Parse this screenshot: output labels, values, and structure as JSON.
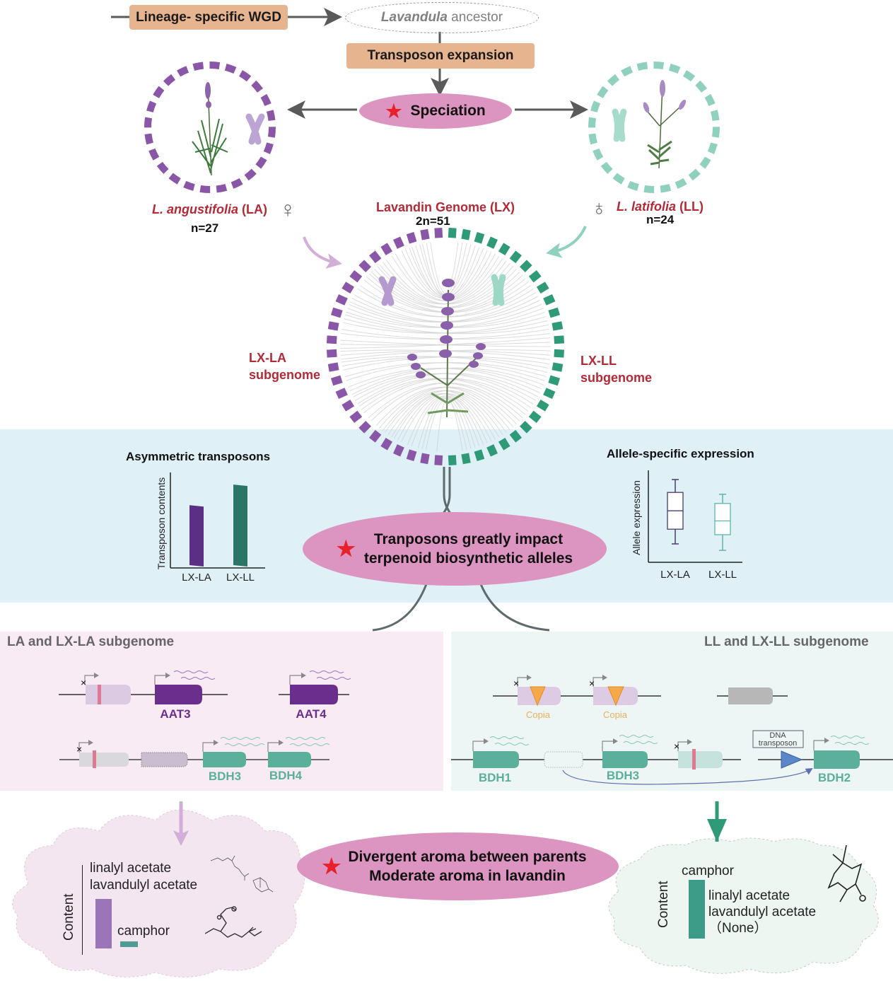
{
  "top_flow": {
    "wgd_label": "Lineage- specific WGD",
    "ancestor_italic": "Lavandula",
    "ancestor_rest": " ancestor",
    "transposon_expansion": "Transposon expansion",
    "speciation": "Speciation"
  },
  "parents": {
    "la": {
      "name_italic": "L. angustifolia",
      "abbr": " (LA)",
      "sex_symbol": "♀",
      "count": "n=27"
    },
    "ll": {
      "name_italic": "L. latifolia",
      "abbr": " (LL)",
      "sex_symbol": "♂",
      "count": "n=24"
    }
  },
  "lavandin": {
    "title": "Lavandin Genome (LX)",
    "count": "2n=51",
    "la_sub_line1": "LX-LA",
    "la_sub_line2": "subgenome",
    "ll_sub_line1": "LX-LL",
    "ll_sub_line2": "subgenome"
  },
  "colors": {
    "la_purple": "#8a56a8",
    "ll_green": "#2e9a78",
    "ll_light": "#8fd1be",
    "pink_ellipse": "#dc94c0",
    "orange_box": "#e6b48f",
    "red_text": "#b32a37",
    "star_red": "#e8202a"
  },
  "impact_ellipse": {
    "line1": "Tranposons greatly impact",
    "line2": "terpenoid biosynthetic alleles"
  },
  "chart_data": [
    {
      "type": "bar",
      "title": "Asymmetric transposons",
      "xlabel": "",
      "ylabel": "Transposon contents",
      "categories": [
        "LX-LA",
        "LX-LL"
      ],
      "values": [
        0.65,
        0.87
      ],
      "ylim": [
        0,
        1
      ],
      "colors": [
        "#5b2f86",
        "#2b7567"
      ],
      "grid": false
    },
    {
      "type": "box",
      "title": "Allele-specific expression",
      "xlabel": "",
      "ylabel": "Allele expression",
      "categories": [
        "LX-LA",
        "LX-LL"
      ],
      "series": [
        {
          "name": "LX-LA",
          "min": 0.2,
          "q1": 0.36,
          "median": 0.56,
          "q3": 0.76,
          "max": 0.9
        },
        {
          "name": "LX-LL",
          "min": 0.13,
          "q1": 0.3,
          "median": 0.45,
          "q3": 0.64,
          "max": 0.74
        }
      ],
      "ylim": [
        0,
        1
      ],
      "colors": [
        "#4b3a6e",
        "#5cb8a0"
      ],
      "grid": false
    }
  ],
  "la_panel": {
    "title": "LA and LX-LA subgenome",
    "genes": {
      "aat3": "AAT3",
      "aat4": "AAT4",
      "bdh3": "BDH3",
      "bdh4": "BDH4"
    }
  },
  "ll_panel": {
    "title": "LL and LX-LL subgenome",
    "copia1": "Copia",
    "copia2": "Copia",
    "dna_transposon_line1": "DNA",
    "dna_transposon_line2": "transposon",
    "genes": {
      "bdh1": "BDH1",
      "bdh3": "BDH3",
      "bdh2": "BDH2"
    }
  },
  "aroma_ellipse": {
    "line1": "Divergent aroma between parents",
    "line2": "Moderate aroma in lavandin"
  },
  "la_cloud": {
    "axis": "Content",
    "high_line1": "linalyl acetate",
    "high_line2": "lavandulyl acetate",
    "low": "camphor",
    "values": {
      "acetates": 0.85,
      "camphor": 0.1
    }
  },
  "ll_cloud": {
    "axis": "Content",
    "high": "camphor",
    "low_line1": "linalyl acetate",
    "low_line2": "lavandulyl acetate",
    "low_line3": "（None）",
    "values": {
      "camphor": 1.0,
      "acetates": 0.0
    }
  }
}
